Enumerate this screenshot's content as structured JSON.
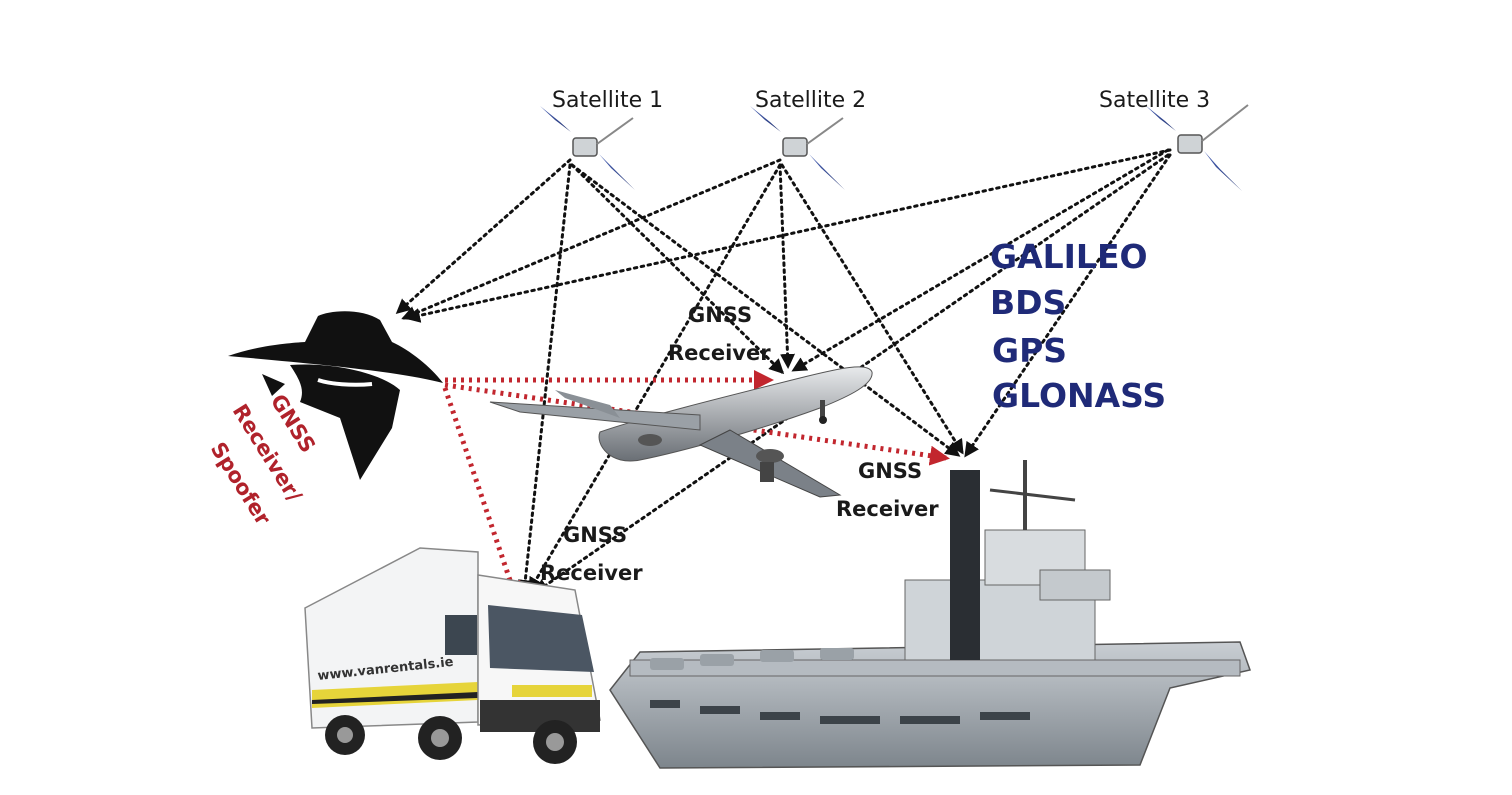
{
  "satellites": [
    {
      "label": "Satellite 1"
    },
    {
      "label": "Satellite 2"
    },
    {
      "label": "Satellite 3"
    }
  ],
  "receivers": {
    "aircraft": {
      "line1": "GNSS",
      "line2": "Receiver"
    },
    "ship": {
      "line1": "GNSS",
      "line2": "Receiver"
    },
    "truck": {
      "line1": "GNSS",
      "line2": "Receiver"
    }
  },
  "spoofer": {
    "line1": "GNSS",
    "line2": "Receiver/",
    "line3": "Spoofer"
  },
  "systems": [
    "GALILEO",
    "BDS",
    "GPS",
    "GLONASS"
  ],
  "truck_branding": {
    "text": "www.vanrentals.ie"
  },
  "colors": {
    "systems_text": "#1f2a78",
    "spoof_signal": "#c2262e",
    "satellite_signal": "#111111"
  }
}
